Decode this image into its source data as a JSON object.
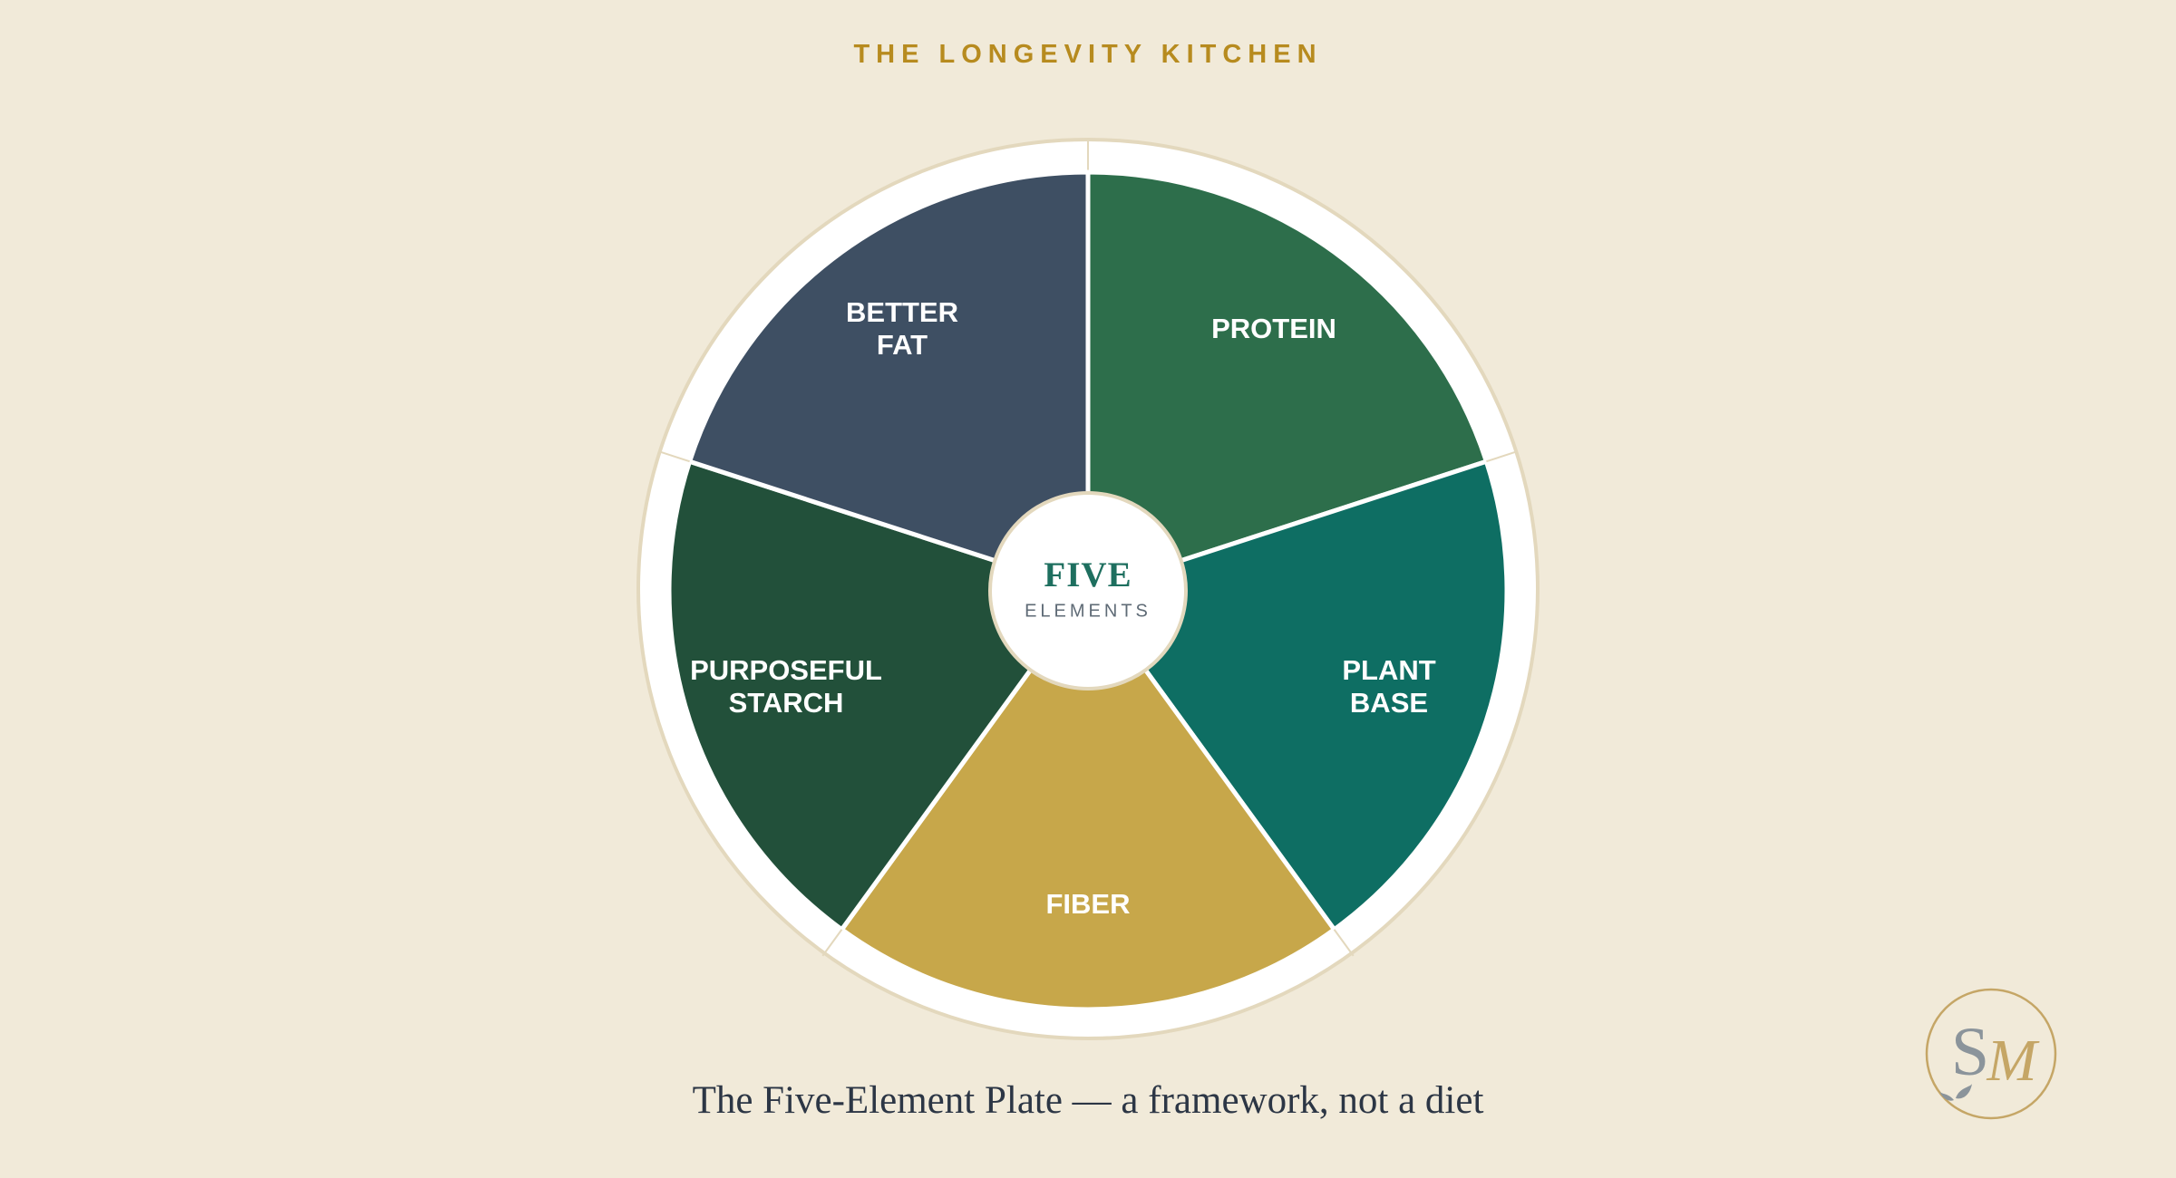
{
  "header": {
    "title": "THE LONGEVITY KITCHEN"
  },
  "plate": {
    "center": {
      "title": "FIVE",
      "subtitle": "ELEMENTS"
    },
    "segments": [
      {
        "key": "protein",
        "lines": [
          "PROTEIN"
        ],
        "color": "#2d6e4b"
      },
      {
        "key": "plant-base",
        "lines": [
          "PLANT",
          "BASE"
        ],
        "color": "#0e6e63"
      },
      {
        "key": "fiber",
        "lines": [
          "FIBER"
        ],
        "color": "#c7a74a"
      },
      {
        "key": "purposeful-starch",
        "lines": [
          "PURPOSEFUL",
          "STARCH"
        ],
        "color": "#22503a"
      },
      {
        "key": "better-fat",
        "lines": [
          "BETTER",
          "FAT"
        ],
        "color": "#3e4f63"
      }
    ],
    "rim_color": "#ffffff",
    "rim_border_color": "#e3d8bd"
  },
  "caption": "The Five-Element Plate — a framework, not a diet",
  "logo": {
    "monogram": "SM",
    "icon": "leaf-icon",
    "colors": {
      "gray": "#8b949b",
      "gold": "#c5a666"
    }
  }
}
